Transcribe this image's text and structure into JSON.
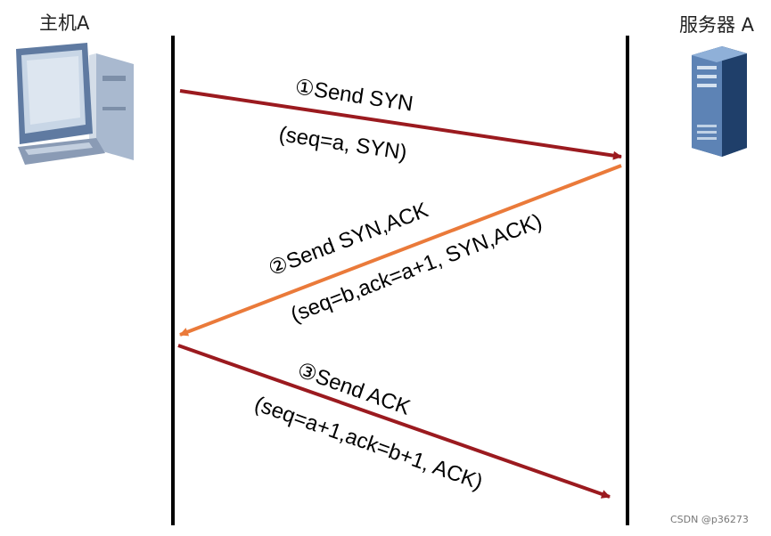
{
  "host": {
    "label": "主机A"
  },
  "server": {
    "label": "服务器 A"
  },
  "messages": [
    {
      "step": "①",
      "title": "Send SYN",
      "detail": "(seq=a, SYN)",
      "color": "#9b1a1f"
    },
    {
      "step": "②",
      "title": "Send SYN,ACK",
      "detail": "(seq=b,ack=a+1, SYN,ACK)",
      "color": "#ea7a3a"
    },
    {
      "step": "③",
      "title": "Send ACK",
      "detail": "(seq=a+1,ack=b+1, ACK)",
      "color": "#9b1a1f"
    }
  ],
  "colors": {
    "lifeline": "#000000",
    "monitor": "#5f7aa1",
    "server_case": "#3c5f8d"
  },
  "icons": [
    "computer-icon",
    "server-icon"
  ],
  "watermark": "CSDN @p36273"
}
